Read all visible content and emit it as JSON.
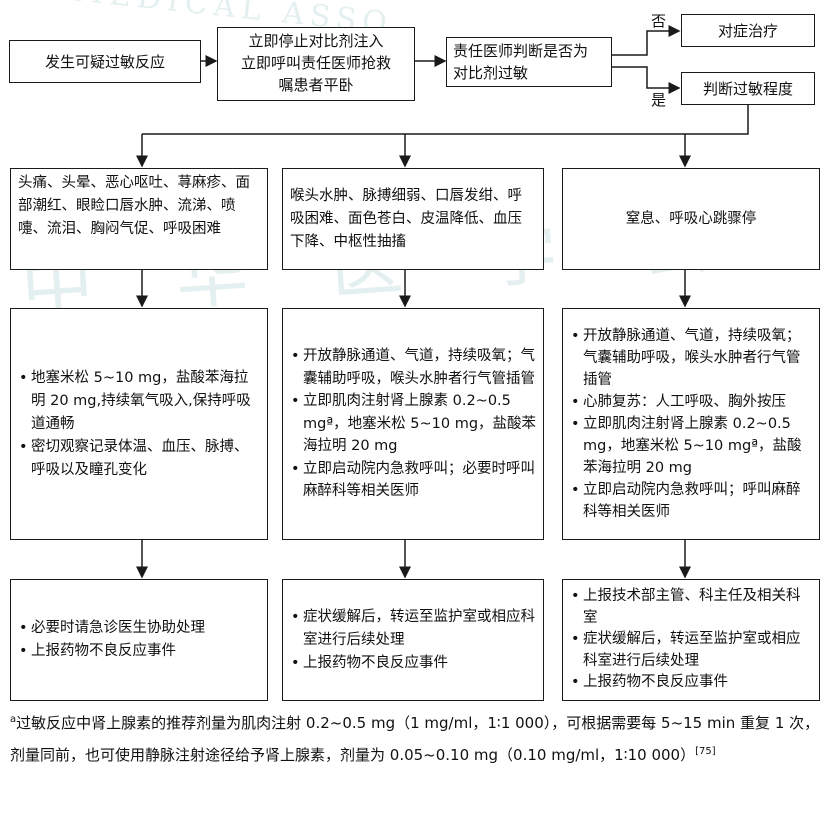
{
  "watermark": {
    "top_text": "MEDICAL ASSO",
    "bottom_text": "中 华 医 学 会"
  },
  "flow": {
    "start": "发生可疑过敏反应",
    "immediate": [
      "立即停止对比剂注入",
      "立即呼叫责任医师抢救",
      "嘱患者平卧"
    ],
    "judge": [
      "责任医师判断是否为",
      "对比剂过敏"
    ],
    "no_label": "否",
    "yes_label": "是",
    "symptomatic": "对症治疗",
    "severity": "判断过敏程度"
  },
  "columns": [
    {
      "symptoms": [
        "头痛、头晕、恶心呕吐、荨麻疹、面部潮红、眼睑口唇水肿、流涕、喷嚏、流泪、胸闷气促、呼吸困难"
      ],
      "treatment": [
        "地塞米松 5~10 mg，盐酸苯海拉明 20 mg,持续氧气吸入,保持呼吸道通畅",
        "密切观察记录体温、血压、脉搏、呼吸以及瞳孔变化"
      ],
      "followup": [
        "必要时请急诊医生协助处理",
        "上报药物不良反应事件"
      ]
    },
    {
      "symptoms": [
        "喉头水肿、脉搏细弱、口唇发绀、呼吸困难、面色苍白、皮温降低、血压下降、中枢性抽搐"
      ],
      "treatment": [
        "开放静脉通道、气道，持续吸氧；气囊辅助呼吸，喉头水肿者行气管插管",
        "立即肌肉注射肾上腺素 0.2~0.5 mgª，地塞米松 5~10 mg，盐酸苯海拉明 20 mg",
        "立即启动院内急救呼叫；必要时呼叫麻醉科等相关医师"
      ],
      "followup": [
        "症状缓解后，转运至监护室或相应科室进行后续处理",
        "上报药物不良反应事件"
      ]
    },
    {
      "symptoms": [
        "窒息、呼吸心跳骤停"
      ],
      "treatment": [
        "开放静脉通道、气道，持续吸氧；气囊辅助呼吸，喉头水肿者行气管插管",
        "心肺复苏：人工呼吸、胸外按压",
        "立即肌肉注射肾上腺素 0.2~0.5 mg，地塞米松 5~10 mgª，盐酸苯海拉明 20 mg",
        "立即启动院内急救呼叫；呼叫麻醉科等相关医师"
      ],
      "followup": [
        "上报技术部主管、科主任及相关科室",
        "症状缓解后，转运至监护室或相应科室进行后续处理",
        "上报药物不良反应事件"
      ]
    }
  ],
  "footnote": {
    "marker": "a",
    "text": "过敏反应中肾上腺素的推荐剂量为肌肉注射 0.2~0.5 mg（1 mg/ml，1∶1 000），可根据需要每 5~15 min 重复 1 次，剂量同前，也可使用静脉注射途径给予肾上腺素，剂量为 0.05~0.10 mg（0.10 mg/ml，1∶10 000）",
    "ref": "[75]"
  },
  "colors": {
    "line": "#1a1a1a",
    "watermark": "#cfe3e3"
  }
}
